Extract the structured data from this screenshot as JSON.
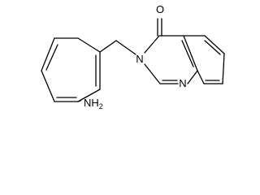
{
  "structure": {
    "colors": {
      "bond": "#000000",
      "text": "#000000",
      "background": "#ffffff"
    },
    "atoms": {
      "carbonyl_oxygen": "O",
      "ring_nitrogen_3": "N",
      "ring_nitrogen_1": "N",
      "amine_n": "NH",
      "amine_h_count": "2"
    }
  }
}
